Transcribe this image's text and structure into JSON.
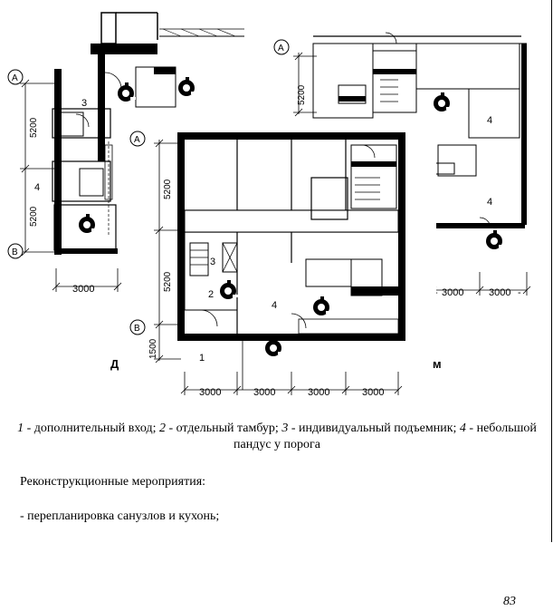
{
  "figure": {
    "axis_labels": {
      "a": "A",
      "b": "B"
    },
    "dimensions": {
      "d5200": "5200",
      "d3000": "3000",
      "d1500": "1500",
      "dim_dash_left": "-",
      "dim_dash_right": "-"
    },
    "callouts": {
      "n1": "1",
      "n2": "2",
      "n3": "3",
      "n4": "4"
    },
    "plan_letters": {
      "left": "Д",
      "right": "м"
    }
  },
  "caption": {
    "items": [
      {
        "num": "1",
        "text": " - дополнительный вход; "
      },
      {
        "num": "2",
        "text": " - отдельный тамбур; "
      },
      {
        "num": "3",
        "text": " - индивидуальный подъемник; "
      },
      {
        "num": "4",
        "text": " - небольшой пандус у порога"
      }
    ]
  },
  "body": {
    "heading": "Реконструкционные мероприятия:",
    "measures": [
      "- перепланировка санузлов и кухонь;"
    ]
  },
  "page_number": "83"
}
